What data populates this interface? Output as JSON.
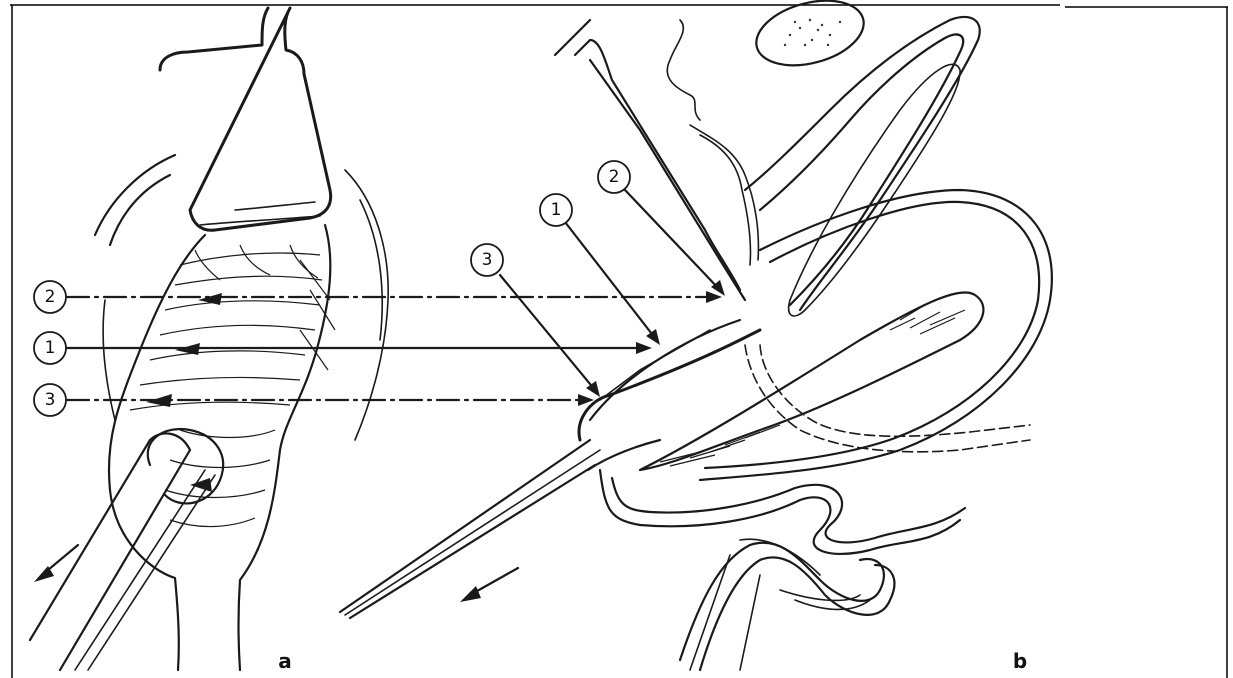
{
  "figure": {
    "markers": {
      "left": [
        {
          "text": "2"
        },
        {
          "text": "1"
        },
        {
          "text": "3"
        }
      ],
      "right": [
        {
          "text": "1"
        },
        {
          "text": "2"
        },
        {
          "text": "3"
        }
      ]
    },
    "panels": {
      "a": "a",
      "b": "b"
    }
  }
}
